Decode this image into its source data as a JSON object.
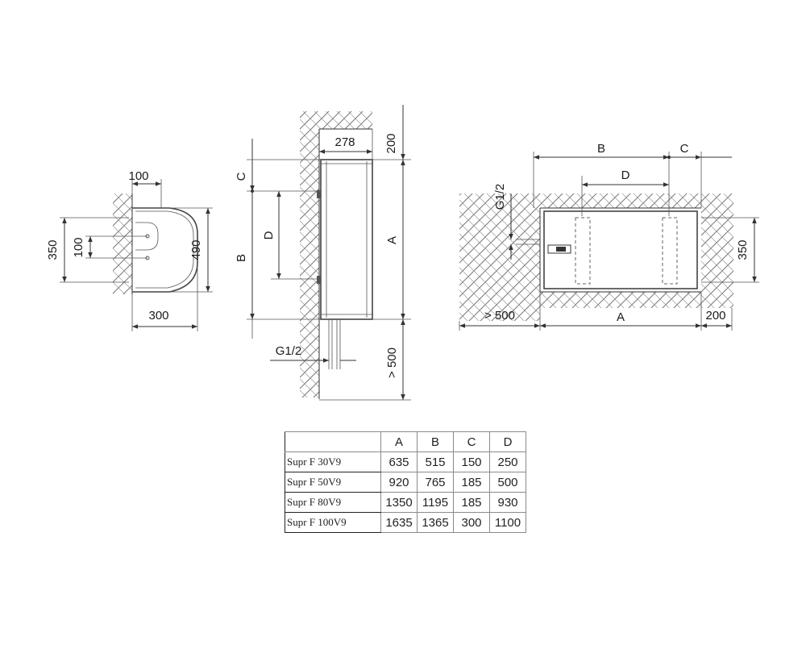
{
  "side_view": {
    "width_top": "100",
    "height_outer": "350",
    "height_inner": "100",
    "height_body": "490",
    "width_bottom": "300"
  },
  "front_view": {
    "depth_top": "278",
    "clearance_top": "200",
    "label_c": "C",
    "label_b": "B",
    "label_d": "D",
    "label_a": "A",
    "pipe": "G1/2",
    "clearance_bottom": "> 500"
  },
  "top_view": {
    "label_b": "B",
    "label_c": "C",
    "label_d": "D",
    "pipe": "G1/2",
    "height_right": "350",
    "clearance_left": "> 500",
    "label_a": "A",
    "clearance_right": "200"
  },
  "table": {
    "headers": [
      "A",
      "B",
      "C",
      "D"
    ],
    "rows": [
      {
        "model": "Supr F 30V9",
        "values": [
          "635",
          "515",
          "150",
          "250"
        ]
      },
      {
        "model": "Supr F 50V9",
        "values": [
          "920",
          "765",
          "185",
          "500"
        ]
      },
      {
        "model": "Supr F 80V9",
        "values": [
          "1350",
          "1195",
          "185",
          "930"
        ]
      },
      {
        "model": "Supr F 100V9",
        "values": [
          "1635",
          "1365",
          "300",
          "1100"
        ]
      }
    ]
  }
}
